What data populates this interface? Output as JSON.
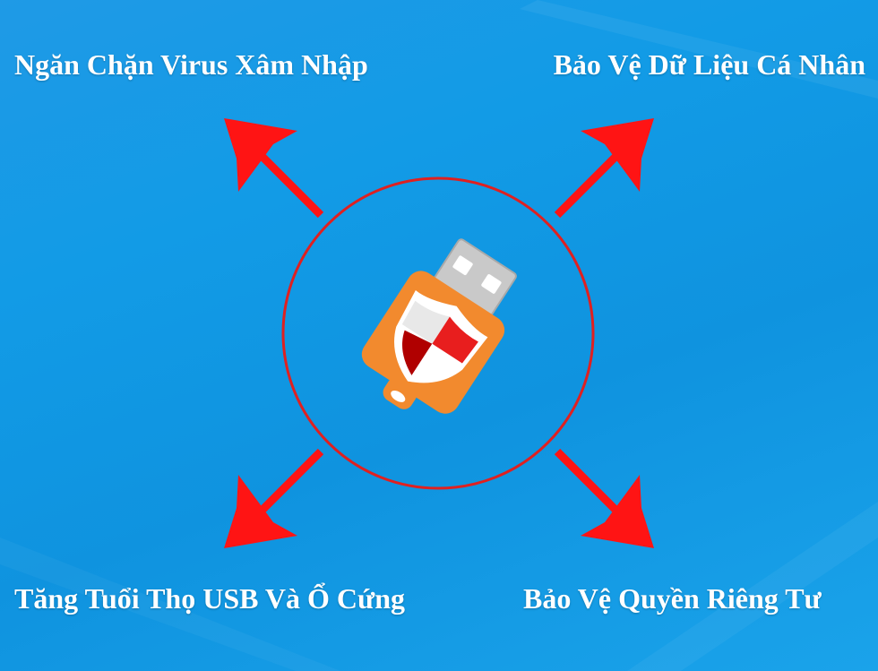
{
  "labels": {
    "top_left": "Ngăn Chặn Virus Xâm Nhập",
    "top_right": "Bảo Vệ Dữ Liệu Cá Nhân",
    "bottom_left": "Tăng Tuổi Thọ USB Và Ổ Cứng",
    "bottom_right": "Bảo Vệ Quyền Riêng Tư"
  },
  "icon": "usb-security-shield-icon",
  "colors": {
    "background": "#129be6",
    "arrow": "#ff1414",
    "circle": "#e02020",
    "usb_body": "#f28a2e",
    "usb_connector": "#c9c9c9",
    "shield_dark": "#b00000",
    "shield_red": "#e81e1e",
    "shield_light": "#ffffff"
  }
}
